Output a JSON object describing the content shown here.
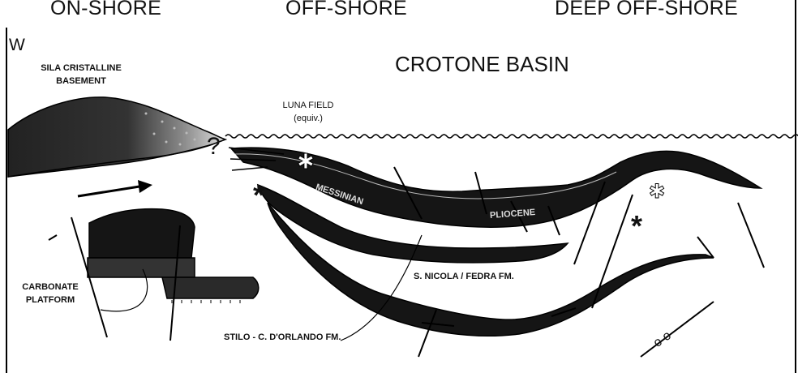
{
  "headers": [
    "ON-SHORE",
    "OFF-SHORE",
    "DEEP OFF-SHORE"
  ],
  "direction_label": "W",
  "basin_title": "CROTONE BASIN",
  "labels": {
    "sila_line1": "SILA CRISTALLINE",
    "sila_line2": "BASEMENT",
    "luna_line1": "LUNA FIELD",
    "luna_line2": "(equiv.)",
    "carbonate_line1": "CARBONATE",
    "carbonate_line2": "PLATFORM",
    "san_nicola": "S. NICOLA / FEDRA FM.",
    "stilo": "STILO - C. D'ORLANDO FM.",
    "messinian": "MESSINIAN",
    "pliocene": "PLIOCENE",
    "question_mark": "?",
    "asterisk": "*",
    "oo_symbol": "o o"
  },
  "colors": {
    "formation_fill": "#151515",
    "outline": "#000000",
    "background": "#ffffff"
  }
}
